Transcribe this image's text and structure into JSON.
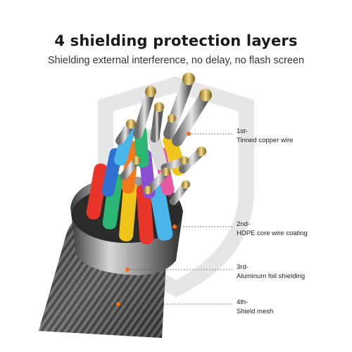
{
  "headline": "4 shielding protection layers",
  "subhead": "Shielding external interference, no delay, no flash screen",
  "callouts": [
    {
      "index": "1st-",
      "label": "Tinned copper wire"
    },
    {
      "index": "2nd-",
      "label": "HDPE core wire coating"
    },
    {
      "index": "3rd-",
      "label": "Aluminum foil shielding"
    },
    {
      "index": "4th-",
      "label": "Shield mesh"
    }
  ],
  "colors": {
    "accent_dot": "#ff6a1a",
    "wire_colors": [
      "#2f6fd0",
      "#f0c419",
      "#e8352a",
      "#2bb673",
      "#f27a1a",
      "#8a4fd0",
      "#4ab5e8",
      "#d9d9d9",
      "#e85aa0"
    ]
  }
}
